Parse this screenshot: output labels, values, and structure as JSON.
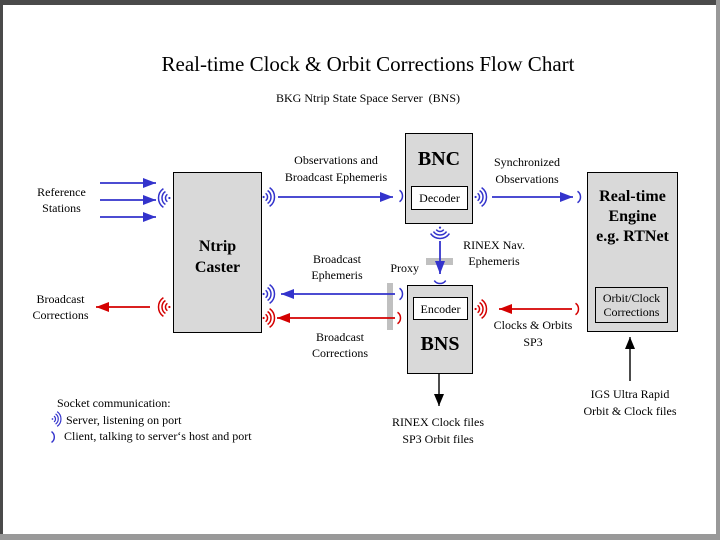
{
  "title": "Real-time Clock & Orbit Corrections Flow Chart",
  "subtitle": "BKG Ntrip State Space Server  (BNS)",
  "colors": {
    "blue": "#3333cc",
    "red": "#d40000",
    "fill": "#d9d9d9",
    "bar": "#c0c0c0",
    "frame_dark": "#4a4a4a",
    "frame_light": "#999999"
  },
  "nodes": {
    "ntrip_caster": {
      "title": "Ntrip\nCaster"
    },
    "bnc": {
      "title": "BNC",
      "component": "Decoder"
    },
    "bns": {
      "title": "BNS",
      "component": "Encoder"
    },
    "realtime_engine": {
      "title": "Real-time\nEngine\ne.g. RTNet",
      "component": "Orbit/Clock\nCorrections"
    }
  },
  "labels": {
    "reference_stations": "Reference\nStations",
    "broadcast_corrections_in": "Broadcast\nCorrections",
    "observations": "Observations and\nBroadcast Ephemeris",
    "synchronized": "Synchronized\nObservations",
    "rinex_nav": "RINEX Nav.\nEphemeris",
    "proxy": "Proxy",
    "broadcast_ephemeris": "Broadcast\nEphemeris",
    "broadcast_corrections_out": "Broadcast\nCorrections",
    "clocks_orbits": "Clocks & Orbits\nSP3",
    "rinex_files": "RINEX Clock files\nSP3 Orbit files",
    "igs": "IGS Ultra Rapid\nOrbit & Clock files"
  },
  "legend": {
    "heading": "Socket communication:",
    "server": "Server, listening on port",
    "client": "Client, talking to server‘s host and port"
  }
}
